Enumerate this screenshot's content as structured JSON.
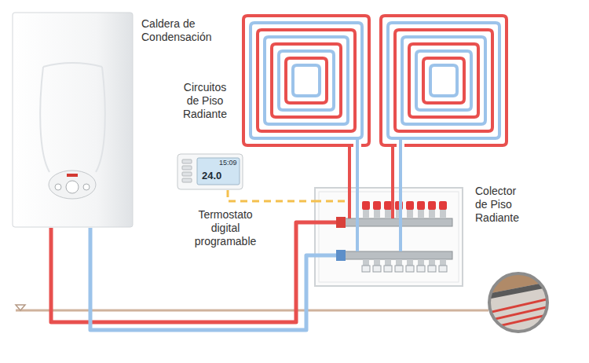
{
  "diagram": {
    "nodes": [
      {
        "text": [
          "Caldera de Condensación"
        ]
      },
      {
        "text": [
          "Circuitos de Piso Radiante"
        ]
      },
      {
        "text": [
          "Termostato digital programable"
        ]
      },
      {
        "text": [
          "Colector de Piso Radiante"
        ]
      }
    ],
    "edges": [
      {
        "from": 0,
        "to": 3,
        "arrow": "none"
      },
      {
        "from": 3,
        "to": 0,
        "arrow": "none"
      },
      {
        "from": 2,
        "to": 3,
        "arrow": "none"
      },
      {
        "from": 3,
        "to": 1,
        "arrow": "none"
      },
      {
        "from": 1,
        "to": 3,
        "arrow": "none"
      }
    ],
    "labels": [
      "15:09",
      "24.0"
    ]
  }
}
